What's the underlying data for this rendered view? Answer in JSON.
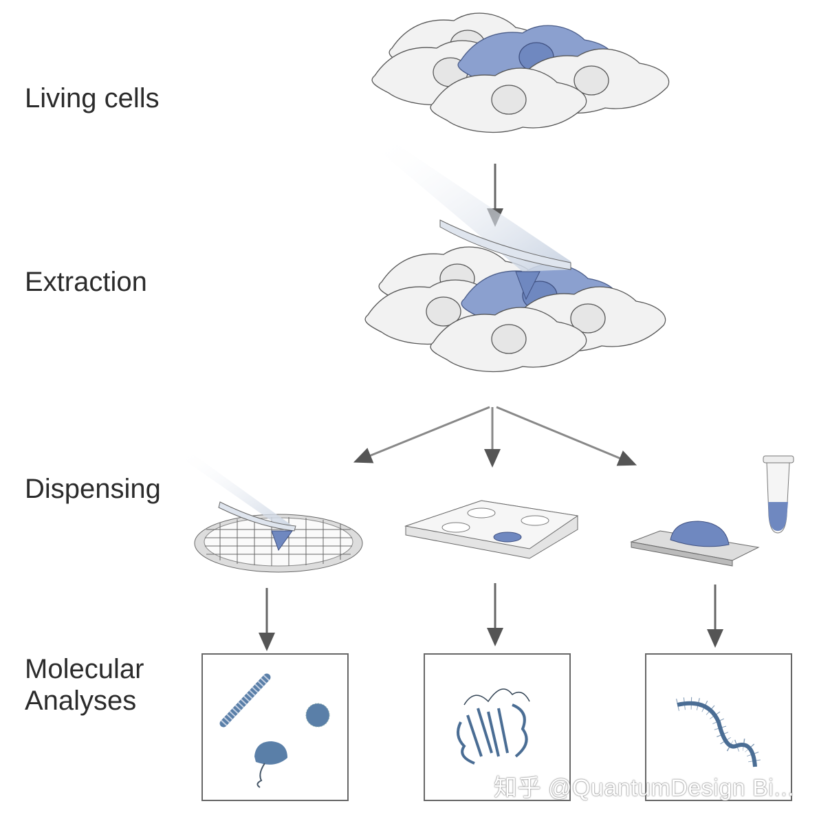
{
  "stages": {
    "living_cells": "Living cells",
    "extraction": "Extraction",
    "dispensing": "Dispensing",
    "molecular_analyses_line1": "Molecular",
    "molecular_analyses_line2": "Analyses"
  },
  "watermark": "知乎 @QuantumDesign Bi...",
  "colors": {
    "cell_fill": "#f2f2f2",
    "cell_stroke": "#555555",
    "highlight_blue": "#7f97c9",
    "arrow": "#666666",
    "molecule_blue": "#5a7fa8"
  }
}
